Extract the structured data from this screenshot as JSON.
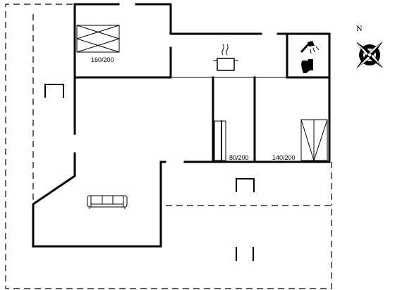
{
  "floorplan": {
    "bed_labels": {
      "master": "160/200",
      "single": "80/200",
      "double": "140/200"
    },
    "compass": {
      "north": "N"
    },
    "icons": [
      "bed-icon",
      "cooking-pot-icon",
      "shower-icon",
      "toilet-icon",
      "sofa-icon",
      "compass-rose-icon",
      "window-icon"
    ]
  }
}
